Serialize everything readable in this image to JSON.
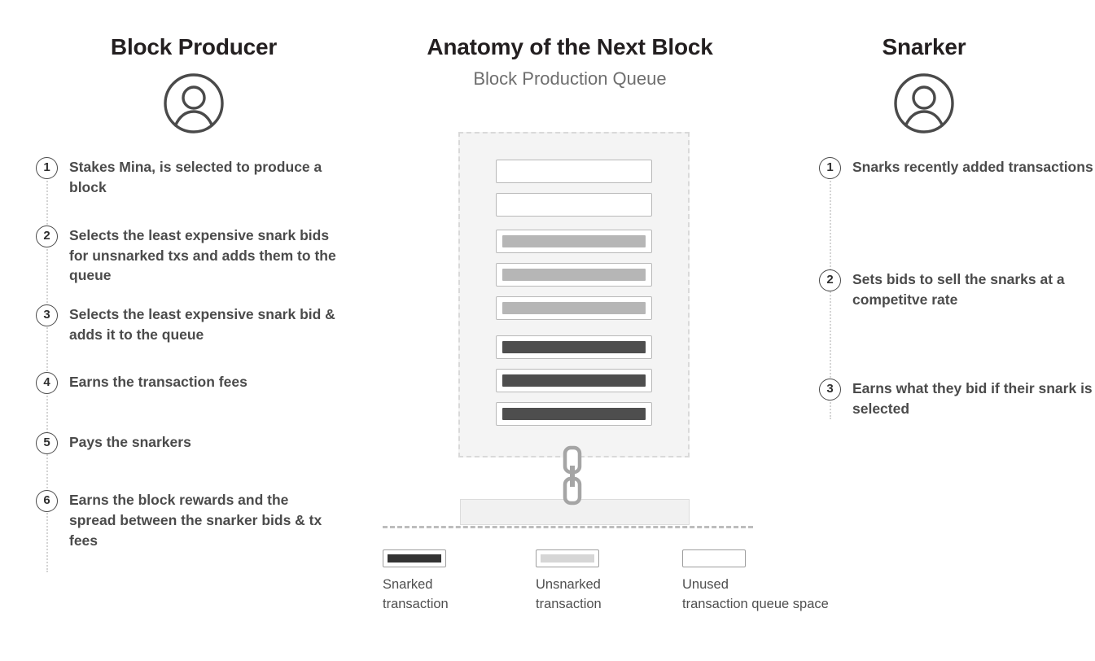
{
  "left_column": {
    "title": "Block Producer",
    "avatar_icon": "person-avatar-icon",
    "steps": [
      {
        "num": "1",
        "text": "Stakes Mina, is selected to produce a block"
      },
      {
        "num": "2",
        "text": "Selects the least expensive snark bids for unsnarked txs and adds them to the queue"
      },
      {
        "num": "3",
        "text": "Selects the least expensive snark bid & adds it to the queue"
      },
      {
        "num": "4",
        "text": "Earns the transaction fees"
      },
      {
        "num": "5",
        "text": "Pays the snarkers"
      },
      {
        "num": "6",
        "text": "Earns the block rewards and the spread between the snarker bids & tx fees"
      }
    ]
  },
  "center_column": {
    "title": "Anatomy of the Next Block",
    "subtitle": "Block Production Queue",
    "chain_icon": "chain-link-icon",
    "queue_rows": [
      {
        "state": "unused"
      },
      {
        "state": "unused"
      },
      {
        "state": "unsnarked"
      },
      {
        "state": "unsnarked"
      },
      {
        "state": "unsnarked"
      },
      {
        "state": "snarked"
      },
      {
        "state": "snarked"
      },
      {
        "state": "snarked"
      }
    ]
  },
  "right_column": {
    "title": "Snarker",
    "avatar_icon": "person-avatar-icon",
    "steps": [
      {
        "num": "1",
        "text": "Snarks recently added transactions"
      },
      {
        "num": "2",
        "text": "Sets bids to sell the snarks at a competitve rate"
      },
      {
        "num": "3",
        "text": "Earns what they bid if their snark is selected"
      }
    ]
  },
  "legend": [
    {
      "state": "snarked",
      "label": "Snarked\ntransaction"
    },
    {
      "state": "unsnarked",
      "label": "Unsnarked\ntransaction"
    },
    {
      "state": "unused",
      "label": "Unused\ntransaction queue space"
    }
  ],
  "colors": {
    "snarked": "#4e4e4e",
    "unsnarked": "#b6b6b6",
    "unused": "#ffffff",
    "queue_bg": "#f4f4f4",
    "border": "#b9b9b9",
    "text": "#4b4b4b",
    "heading": "#231f20"
  }
}
